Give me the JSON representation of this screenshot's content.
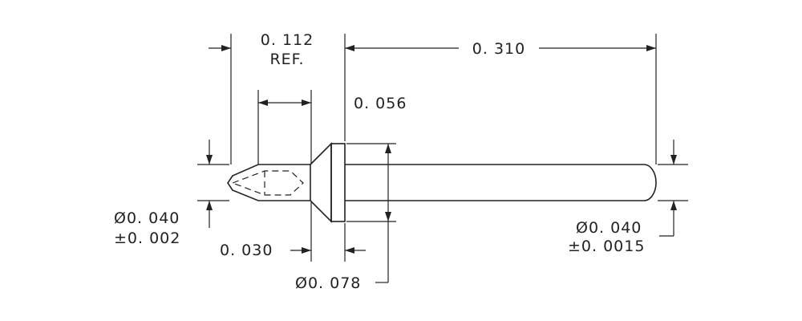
{
  "dimensions": {
    "ref_length": "0. 112",
    "ref_note": "REF.",
    "overall_length": "0. 310",
    "tip_length": "0. 056",
    "flange_thickness": "0. 030",
    "tip_diameter": "Ø0. 040",
    "tip_tolerance": "±0. 002",
    "flange_diameter": "Ø0. 078",
    "pin_diameter": "Ø0. 040",
    "pin_tolerance": "±0. 0015"
  }
}
